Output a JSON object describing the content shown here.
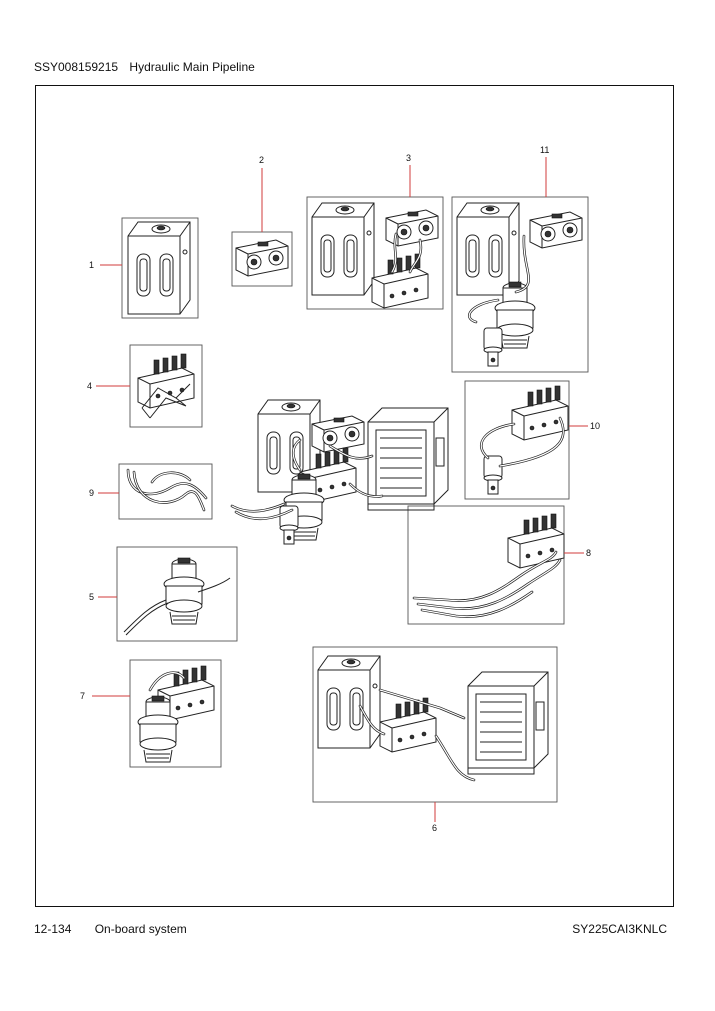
{
  "header": {
    "code": "SSY008159215",
    "title": "Hydraulic Main Pipeline"
  },
  "footer": {
    "page": "12-134",
    "section": "On-board system",
    "model": "SY225CAI3KNLC"
  },
  "callouts": [
    "1",
    "2",
    "3",
    "4",
    "5",
    "6",
    "7",
    "8",
    "9",
    "10",
    "11"
  ]
}
